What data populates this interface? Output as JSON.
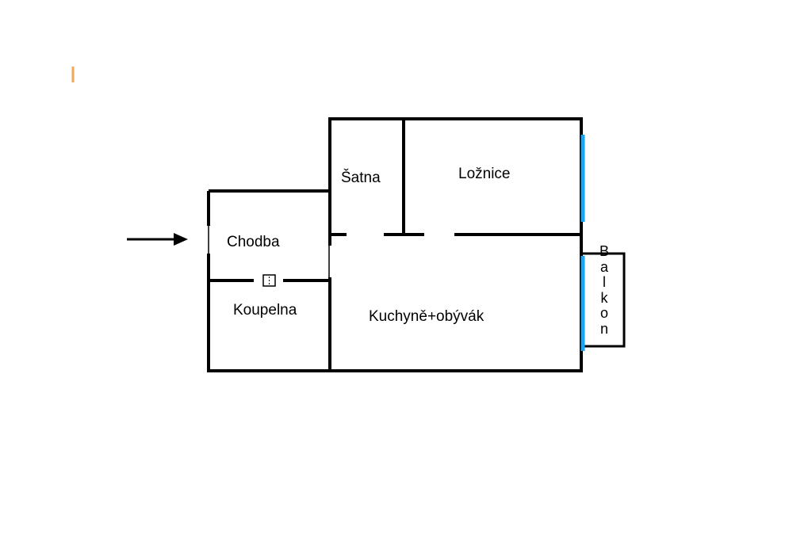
{
  "rooms": {
    "satna": "Šatna",
    "loznice": "Ložnice",
    "chodba": "Chodba",
    "koupelna": "Koupelna",
    "kuchyne": "Kuchyně+obývák",
    "balkon": [
      "B",
      "a",
      "l",
      "k",
      "o",
      "n"
    ]
  },
  "colors": {
    "wall": "#000000",
    "window": "#1aa3f0",
    "marker": "#f5a65b"
  }
}
